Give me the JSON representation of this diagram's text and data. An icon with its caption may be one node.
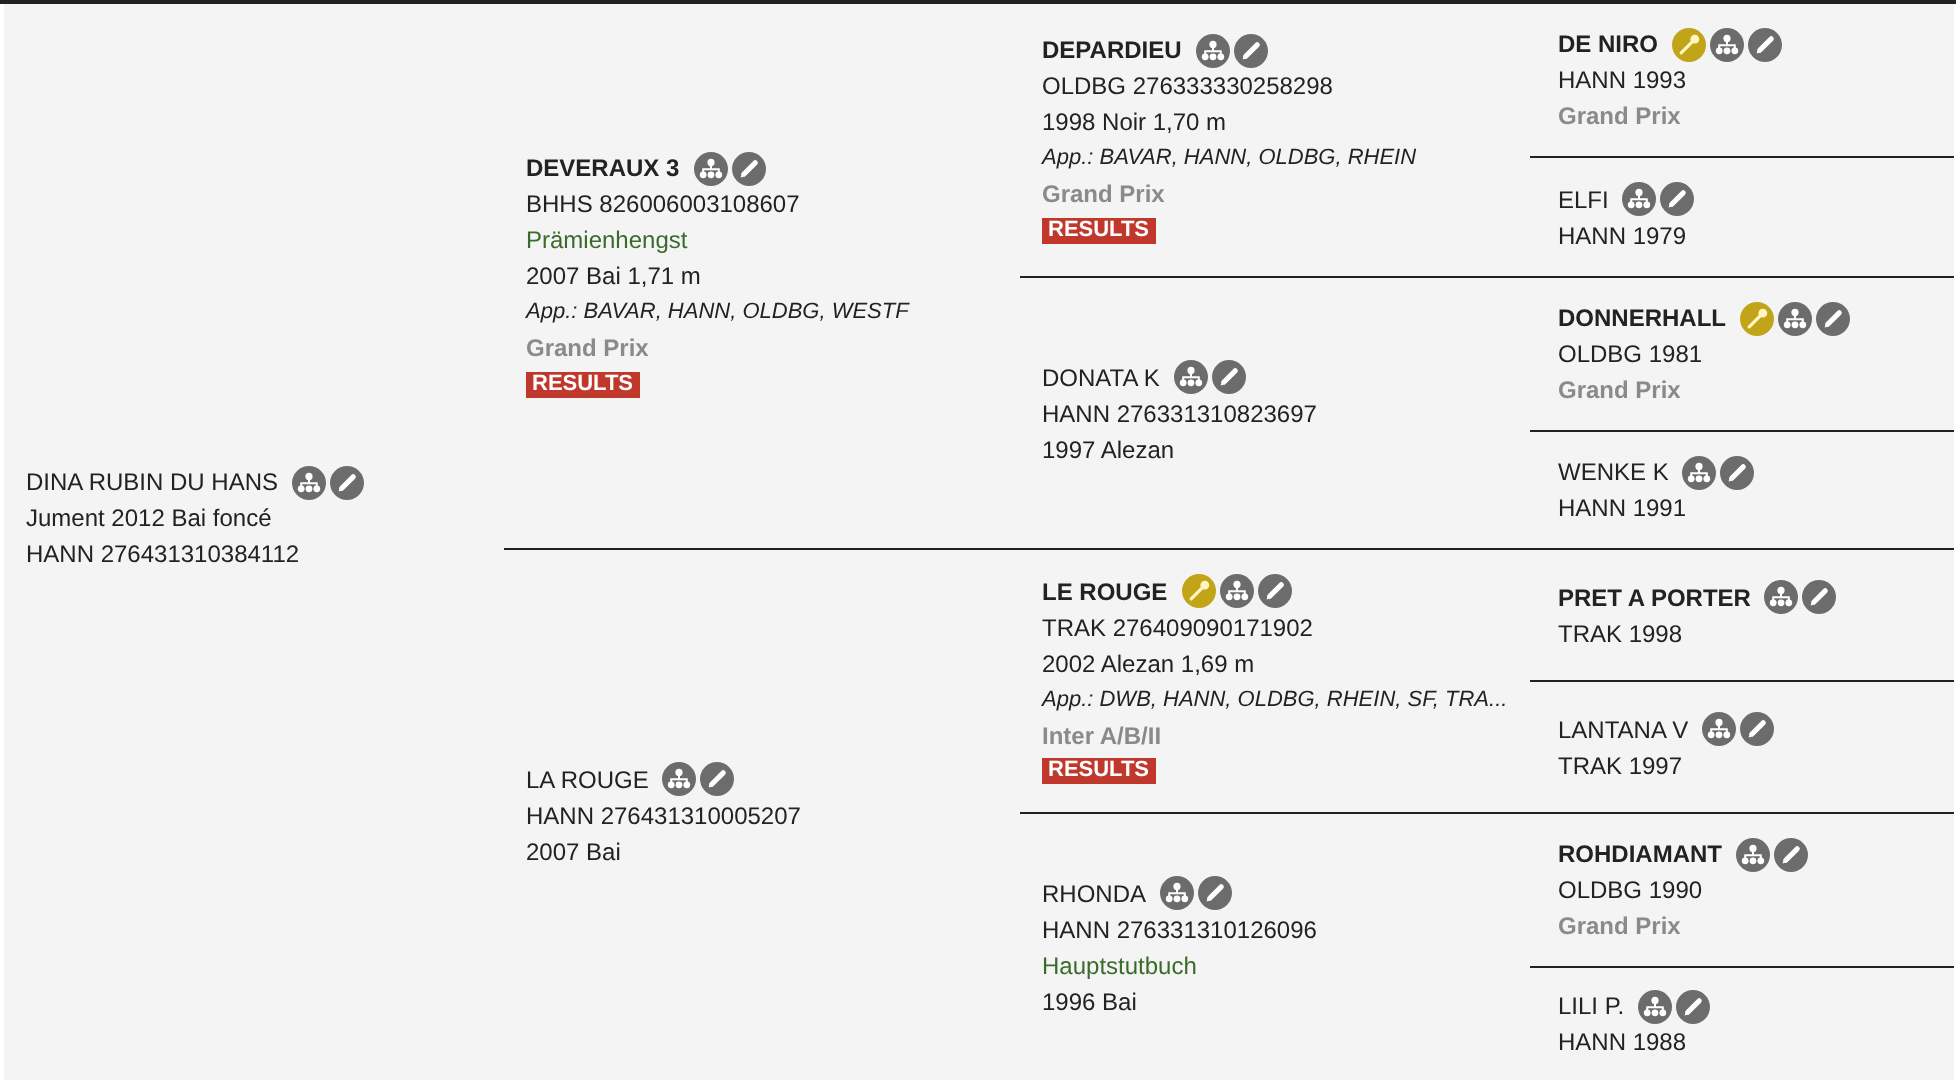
{
  "diagram": {
    "nodes": [
      {
        "text": [
          "DINA RUBIN DU HANS",
          "Jument 2012 Bai foncé",
          "HANN 276431310384112"
        ]
      },
      {
        "text": [
          "DEVERAUX 3",
          "BHHS 826006003108607",
          "Prämienhengst",
          "2007 Bai 1,71 m",
          "App.: BAVAR, HANN, OLDBG, WESTF",
          "Grand Prix",
          "RESULTS"
        ]
      },
      {
        "text": [
          "DEPARDIEU",
          "OLDBG 276333330258298",
          "1998 Noir 1,70 m",
          "App.: BAVAR, HANN, OLDBG, RHEIN",
          "Grand Prix",
          "RESULTS"
        ]
      },
      {
        "text": [
          "DE NIRO",
          "HANN 1993",
          "Grand Prix"
        ]
      },
      {
        "text": [
          "ELFI",
          "HANN 1979"
        ]
      },
      {
        "text": [
          "DONATA K",
          "HANN 276331310823697",
          "1997 Alezan"
        ]
      },
      {
        "text": [
          "DONNERHALL",
          "OLDBG 1981",
          "Grand Prix"
        ]
      },
      {
        "text": [
          "WENKE K",
          "HANN 1991"
        ]
      },
      {
        "text": [
          "LA ROUGE",
          "HANN 276431310005207",
          "2007 Bai"
        ]
      },
      {
        "text": [
          "LE ROUGE",
          "TRAK 276409090171902",
          "2002 Alezan 1,69 m",
          "App.: DWB, HANN, OLDBG, RHEIN, SF, TRA...",
          "Inter A/B/II",
          "RESULTS"
        ]
      },
      {
        "text": [
          "PRET A PORTER",
          "TRAK 1998"
        ]
      },
      {
        "text": [
          "LANTANA V",
          "TRAK 1997"
        ]
      },
      {
        "text": [
          "RHONDA",
          "HANN 276331310126096",
          "Hauptstutbuch",
          "1996 Bai"
        ]
      },
      {
        "text": [
          "ROHDIAMANT",
          "OLDBG 1990",
          "Grand Prix"
        ]
      },
      {
        "text": [
          "LILI P.",
          "HANN 1988"
        ]
      }
    ]
  }
}
